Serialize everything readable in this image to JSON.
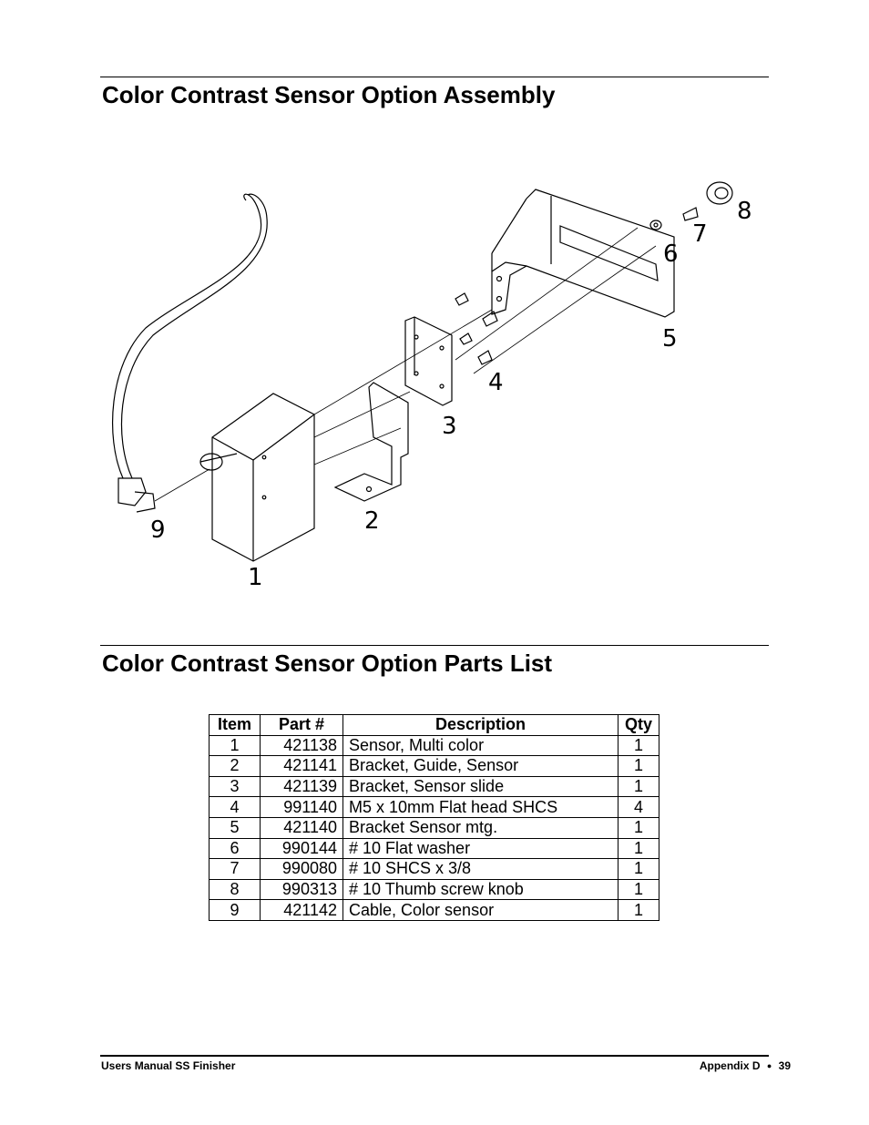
{
  "section_assembly": {
    "title": "Color Contrast Sensor Option Assembly"
  },
  "diagram": {
    "callouts": [
      "1",
      "2",
      "3",
      "4",
      "5",
      "6",
      "7",
      "8",
      "9"
    ]
  },
  "section_parts": {
    "title": "Color Contrast Sensor Option Parts List"
  },
  "parts_table": {
    "headers": {
      "item": "Item",
      "part": "Part #",
      "description": "Description",
      "qty": "Qty"
    },
    "rows": [
      {
        "item": "1",
        "part": "421138",
        "description": "Sensor, Multi color",
        "qty": "1"
      },
      {
        "item": "2",
        "part": "421141",
        "description": "Bracket, Guide, Sensor",
        "qty": "1"
      },
      {
        "item": "3",
        "part": "421139",
        "description": "Bracket, Sensor slide",
        "qty": "1"
      },
      {
        "item": "4",
        "part": "991140",
        "description": "M5 x 10mm Flat head SHCS",
        "qty": "4"
      },
      {
        "item": "5",
        "part": "421140",
        "description": "Bracket Sensor mtg.",
        "qty": "1"
      },
      {
        "item": "6",
        "part": "990144",
        "description": "# 10 Flat washer",
        "qty": "1"
      },
      {
        "item": "7",
        "part": "990080",
        "description": "# 10 SHCS x 3/8",
        "qty": "1"
      },
      {
        "item": "8",
        "part": "990313",
        "description": "# 10 Thumb screw knob",
        "qty": "1"
      },
      {
        "item": "9",
        "part": "421142",
        "description": "Cable, Color sensor",
        "qty": "1"
      }
    ]
  },
  "footer": {
    "left": "Users Manual SS Finisher",
    "right_section": "Appendix D",
    "bullet": "●",
    "page_number": "39"
  }
}
